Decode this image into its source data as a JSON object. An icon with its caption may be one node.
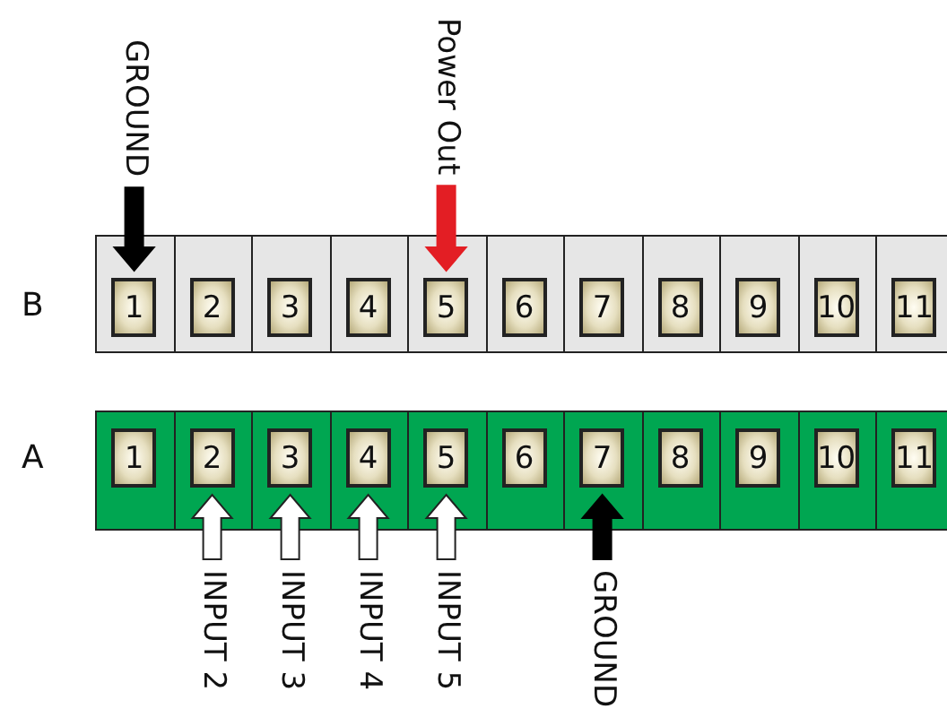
{
  "diagram": {
    "nodes": [
      {
        "text": [
          "GROUND"
        ]
      },
      {
        "text": [
          "Power Out"
        ]
      },
      {
        "text": [
          "1"
        ]
      },
      {
        "text": [
          "2"
        ]
      },
      {
        "text": [
          "3"
        ]
      },
      {
        "text": [
          "4"
        ]
      },
      {
        "text": [
          "5"
        ]
      },
      {
        "text": [
          "6"
        ]
      },
      {
        "text": [
          "7"
        ]
      },
      {
        "text": [
          "8"
        ]
      },
      {
        "text": [
          "9"
        ]
      },
      {
        "text": [
          "10"
        ]
      },
      {
        "text": [
          "11"
        ]
      },
      {
        "text": [
          "1"
        ]
      },
      {
        "text": [
          "2"
        ]
      },
      {
        "text": [
          "3"
        ]
      },
      {
        "text": [
          "4"
        ]
      },
      {
        "text": [
          "5"
        ]
      },
      {
        "text": [
          "6"
        ]
      },
      {
        "text": [
          "7"
        ]
      },
      {
        "text": [
          "8"
        ]
      },
      {
        "text": [
          "9"
        ]
      },
      {
        "text": [
          "10"
        ]
      },
      {
        "text": [
          "11"
        ]
      },
      {
        "text": [
          "INPUT 2"
        ]
      },
      {
        "text": [
          "INPUT 3"
        ]
      },
      {
        "text": [
          "INPUT 4"
        ]
      },
      {
        "text": [
          "INPUT 5"
        ]
      },
      {
        "text": [
          "GROUND"
        ]
      }
    ],
    "edges": [
      {
        "from": 0,
        "to": 2,
        "arrow": "to",
        "color": "#000000"
      },
      {
        "from": 1,
        "to": 6,
        "arrow": "to",
        "color": "#e31e24"
      },
      {
        "from": 24,
        "to": 14,
        "arrow": "to"
      },
      {
        "from": 25,
        "to": 15,
        "arrow": "to"
      },
      {
        "from": 26,
        "to": 16,
        "arrow": "to"
      },
      {
        "from": 27,
        "to": 17,
        "arrow": "to"
      },
      {
        "from": 28,
        "to": 19,
        "arrow": "to",
        "color": "#000000"
      }
    ],
    "labels": [
      "B",
      "A"
    ]
  }
}
